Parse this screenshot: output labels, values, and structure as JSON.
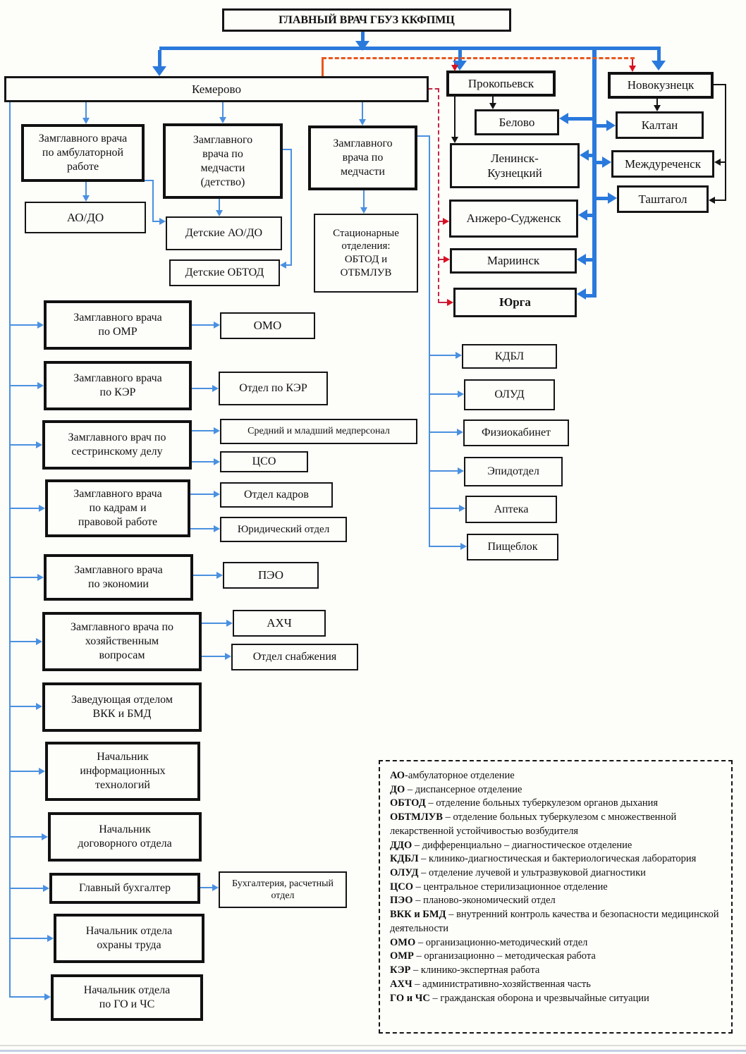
{
  "title": "ГЛАВНЫЙ ВРАЧ ГБУЗ ККФПМЦ",
  "colors": {
    "thick_blue": "#2a79dc",
    "thin_blue": "#4a90e0",
    "orange": "#e8571e",
    "red": "#d91020",
    "crimson_dashed": "#c42645",
    "box_border": "#151515",
    "background": "#fdfdfa"
  },
  "nodes": {
    "root": "ГЛАВНЫЙ ВРАЧ ГБУЗ ККФПМЦ",
    "kemerovo": "Кемерово",
    "dep_ambulatory": "Замглавного врача\nпо амбулаторной\nработе",
    "ao_do": "АО/ДО",
    "dep_med_child": "Замглавного\nврача по\nмедчасти\n(детство)",
    "child_ao_do": "Детские АО/ДО",
    "child_obtod": "Детские ОБТОД",
    "dep_med": "Замглавного\nврача по\nмедчасти",
    "stationary": "Стационарные\nотделения:\nОБТОД и\nОТБМЛУВ",
    "dep_omr": "Замглавного врача\nпо ОМР",
    "omo": "ОМО",
    "dep_ker": "Замглавного врача\nпо КЭР",
    "otdel_ker": "Отдел по КЭР",
    "dep_nursing": "Замглавного врач по\nсестринскому делу",
    "mid_staff": "Средний и младший медперсонал",
    "cso": "ЦСО",
    "dep_hr": "Замглавного врача\nпо кадрам и\nправовой работе",
    "hr_dept": "Отдел кадров",
    "legal_dept": "Юридический отдел",
    "dep_econ": "Замглавного врача\nпо экономии",
    "peo": "ПЭО",
    "dep_household": "Замглавного врача по\nхозяйственным\nвопросам",
    "ahch": "АХЧ",
    "supply_dept": "Отдел снабжения",
    "vkk_head": "Заведующая отделом\nВКК и БМД",
    "it_head": "Начальник\nинформационных\nтехнологий",
    "contract_head": "Начальник\nдоговорного отдела",
    "chief_accountant": "Главный бухгалтер",
    "accounting": "Бухгалтерия, расчетный\nотдел",
    "labor_safety_head": "Начальник отдела\nохраны труда",
    "go_chs_head": "Начальник отдела\nпо ГО и ЧС",
    "prokopyevsk": "Прокопьевск",
    "belovo": "Белово",
    "leninsk": "Ленинск-\nКузнецкий",
    "anzhero": "Анжеро-Судженск",
    "mariinsk": "Мариинск",
    "yurga": "Юрга",
    "novokuznetsk": "Новокузнецк",
    "kaltan": "Калтан",
    "mezhdurechensk": "Междуреченск",
    "tashtagol": "Таштагол",
    "kdbl": "КДБЛ",
    "olud": "ОЛУД",
    "physio": "Физиокабинет",
    "epid": "Эпидотдел",
    "apteka": "Аптека",
    "food_unit": "Пищеблок"
  },
  "legend": {
    "entries": [
      {
        "term": "АО",
        "def": "-амбулаторное отделение"
      },
      {
        "term": "ДО",
        "def": " – диспансерное отделение"
      },
      {
        "term": "ОБТОД",
        "def": " – отделение больных туберкулезом органов дыхания"
      },
      {
        "term": "ОБТМЛУВ",
        "def": " – отделение больных туберкулезом с множественной лекарственной устойчивостью возбудителя"
      },
      {
        "term": "ДДО",
        "def": " – дифференциально – диагностическое отделение"
      },
      {
        "term": "КДБЛ",
        "def": " – клинико-диагностическая и бактериологическая лаборатория"
      },
      {
        "term": "ОЛУД",
        "def": " – отделение лучевой и ультразвуковой диагностики"
      },
      {
        "term": "ЦСО",
        "def": " – центральное стерилизационное отделение"
      },
      {
        "term": "ПЭО",
        "def": " – планово-экономический отдел"
      },
      {
        "term": "ВКК и БМД",
        "def": " – внутренний контроль качества и безопасности медицинской деятельности"
      },
      {
        "term": "ОМО",
        "def": " – организационно-методический отдел"
      },
      {
        "term": "ОМР",
        "def": " – организационно – методическая работа"
      },
      {
        "term": "КЭР",
        "def": " – клинико-экспертная работа"
      },
      {
        "term": "АХЧ",
        "def": " – административно-хозяйственная часть"
      },
      {
        "term": "ГО и ЧС",
        "def": " – гражданская оборона и чрезвычайные ситуации"
      }
    ]
  }
}
